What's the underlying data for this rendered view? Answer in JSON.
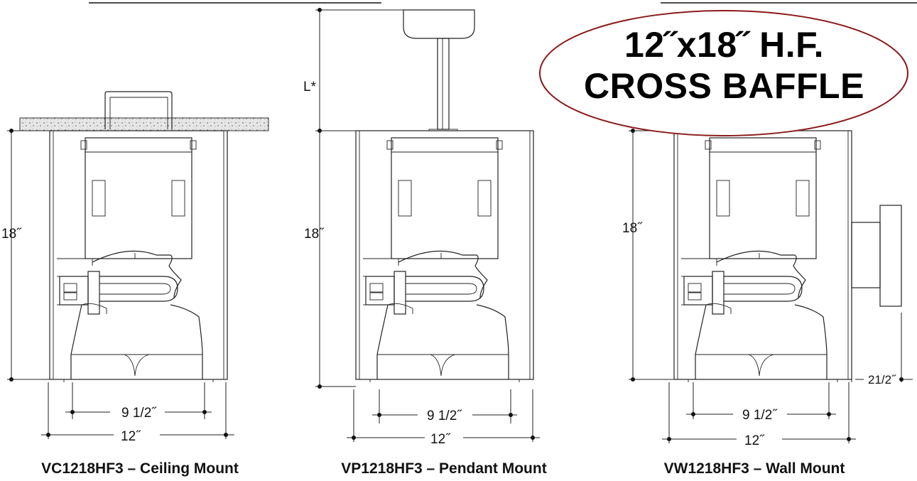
{
  "title_badge": {
    "line1": "12˝x18˝ H.F.",
    "line2": "CROSS BAFFLE",
    "oval_color": "#8b1a1a"
  },
  "views": [
    {
      "id": "ceiling",
      "caption": "VC1218HF3 – Ceiling Mount",
      "height_label": "18˝",
      "inner_width_label": "9 1/2˝",
      "outer_width_label": "12˝"
    },
    {
      "id": "pendant",
      "caption": "VP1218HF3 – Pendant Mount",
      "height_label": "18˝",
      "stem_label": "L*",
      "inner_width_label": "9 1/2˝",
      "outer_width_label": "12˝"
    },
    {
      "id": "wall",
      "caption": "VW1218HF3 – Wall Mount",
      "height_label": "18˝",
      "projection_label": "21/2˝",
      "inner_width_label": "9 1/2˝",
      "outer_width_label": "12˝"
    }
  ]
}
